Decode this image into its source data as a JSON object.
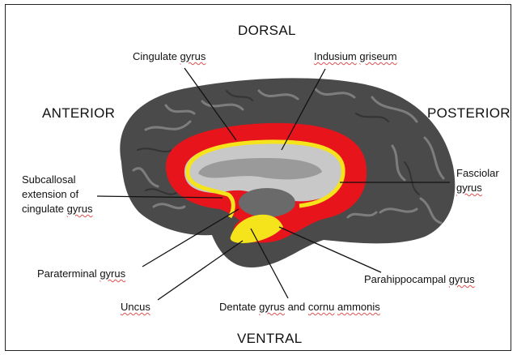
{
  "directions": {
    "dorsal": "DORSAL",
    "ventral": "VENTRAL",
    "anterior": "ANTERIOR",
    "posterior": "POSTERIOR"
  },
  "labels": {
    "cingulate": [
      "Cingulate ",
      "gyrus"
    ],
    "indusium": [
      "Indusium",
      " ",
      "griseum"
    ],
    "subcallosal_1": "Subcallosal",
    "subcallosal_2": "extension of",
    "subcallosal_3": [
      "cingulate ",
      "gyrus"
    ],
    "fasciolar_1": "Fasciolar",
    "fasciolar_2": "gyrus",
    "paraterminal": [
      "Paraterminal ",
      "gyrus"
    ],
    "parahippocampal": [
      "Parahippocampal ",
      "gyrus"
    ],
    "uncus": "Uncus",
    "dentate": [
      "Dentate ",
      "gyrus",
      " and ",
      "cornu",
      " ",
      "ammonis"
    ]
  },
  "colors": {
    "limbic_outer": "#e8141b",
    "limbic_inner": "#f5e31b",
    "cortex_dark": "#4a4a4a",
    "cortex_mid": "#7a7a7a",
    "corpus_callosum": "#c8c8c8"
  }
}
